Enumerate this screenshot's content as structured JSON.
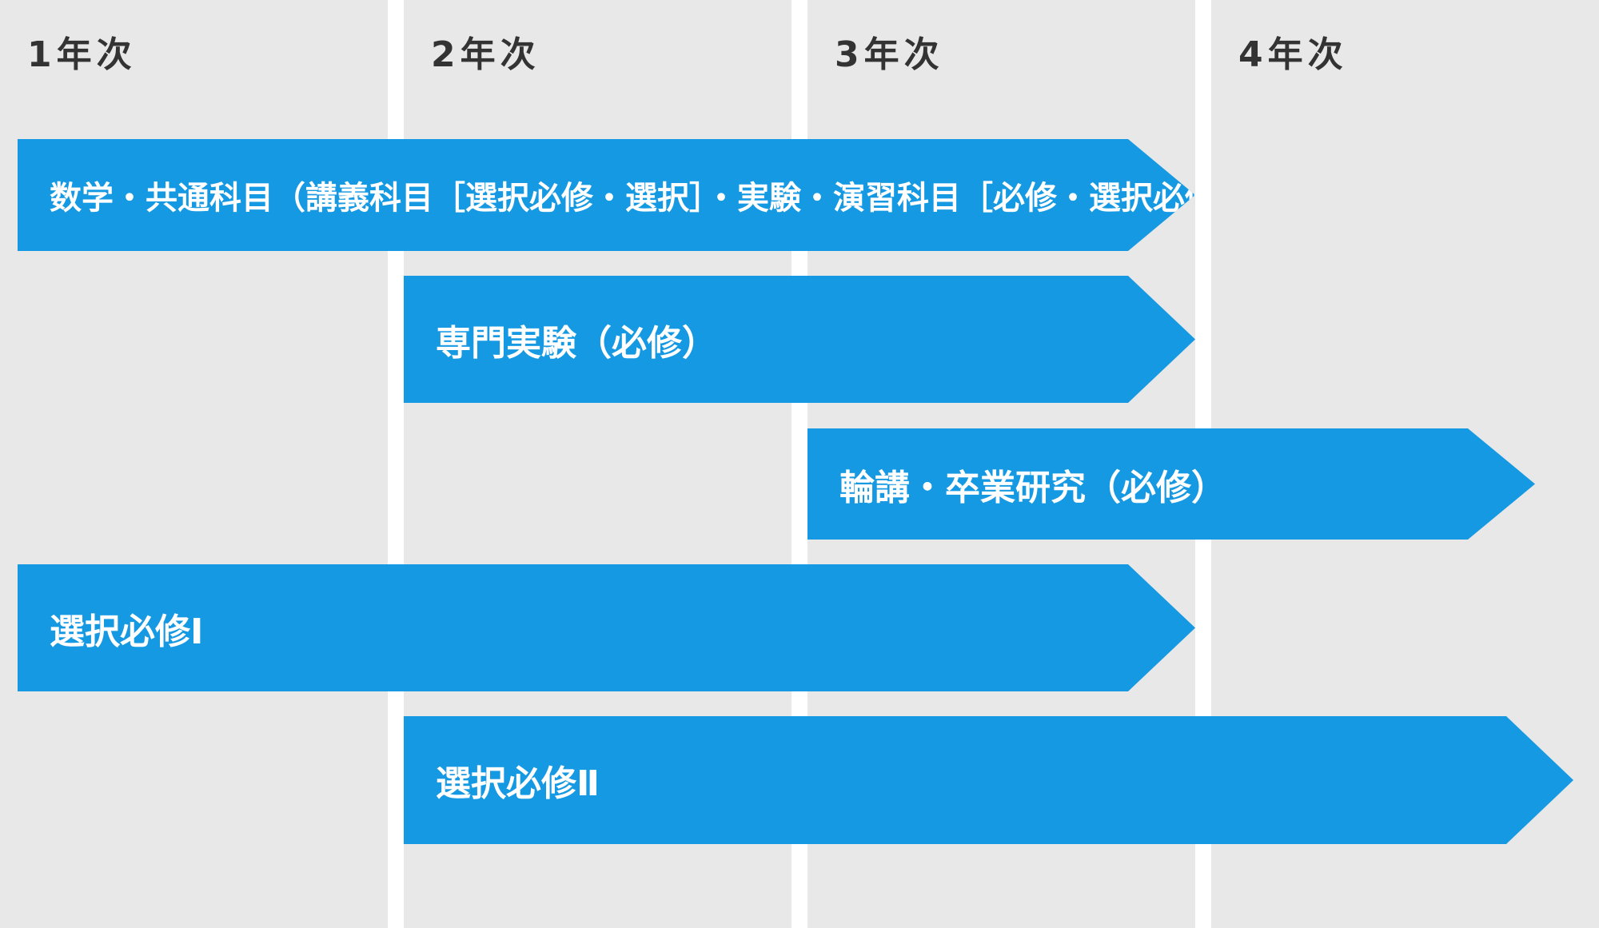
{
  "columns": [
    {
      "label": "1年次"
    },
    {
      "label": "2年次"
    },
    {
      "label": "3年次"
    },
    {
      "label": "4年次"
    }
  ],
  "bars": [
    {
      "label": "数学・共通科目（講義科目［選択必修・選択］・実験・演習科目［必修・選択必修］）",
      "start_year": 1,
      "end_year": 3
    },
    {
      "label": "専門実験（必修）",
      "start_year": 2,
      "end_year": 3
    },
    {
      "label": "輪講・卒業研究（必修）",
      "start_year": 3,
      "end_year": 4
    },
    {
      "label": "選択必修Ⅰ",
      "start_year": 1,
      "end_year": 3
    },
    {
      "label": "選択必修Ⅱ",
      "start_year": 2,
      "end_year": 4
    }
  ],
  "colors": {
    "column_background": "#e8e8e8",
    "gap": "#ffffff",
    "bar": "#1599e3",
    "bar_text": "#ffffff",
    "column_label_text": "#333333"
  }
}
